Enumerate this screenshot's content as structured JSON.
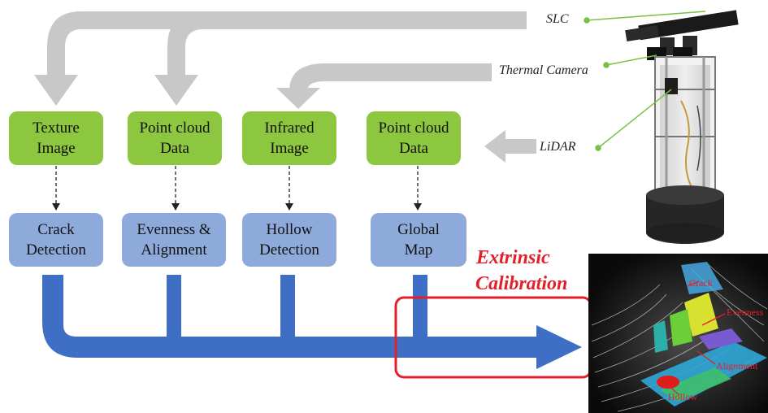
{
  "sensors": {
    "slc": "SLC",
    "thermal": "Thermal Camera",
    "lidar": "LiDAR"
  },
  "data_boxes": [
    {
      "label": "Texture\nImage"
    },
    {
      "label": "Point cloud\nData"
    },
    {
      "label": "Infrared\nImage"
    },
    {
      "label": "Point cloud\nData"
    }
  ],
  "task_boxes": [
    {
      "label": "Crack\nDetection"
    },
    {
      "label": "Evenness &\nAlignment"
    },
    {
      "label": "Hollow\nDetection"
    },
    {
      "label": "Global\nMap"
    }
  ],
  "calibration": {
    "line1": "Extrinsic",
    "line2": "Calibration"
  },
  "pointcloud_labels": {
    "crack": "Crack",
    "evenness": "Evenness",
    "alignment": "Alignment",
    "hollow": "Hollow"
  },
  "colors": {
    "data_box": "#8dc63f",
    "task_box": "#8eaadb",
    "flow_arrow": "#3f6fc4",
    "sensor_arrow": "#c8c8c8",
    "calibration": "#e3202a",
    "pointer": "#7ac143"
  }
}
